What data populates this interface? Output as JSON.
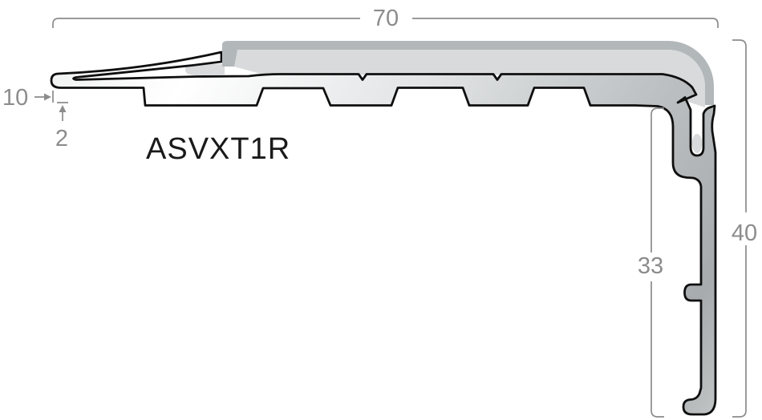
{
  "product": {
    "code": "ASVXT1R"
  },
  "dimensions": {
    "width_top": "70",
    "height_right": "40",
    "height_inner": "33",
    "tip_inset": "10",
    "tip_thickness": "2"
  },
  "colors": {
    "background": "#ffffff",
    "outline": "#0f0f0f",
    "dimension_gray": "#8c8c8c",
    "label_black": "#1a1a1a",
    "insert_light_gray": "#d8dadb",
    "insert_dark_band": "#b2b7ba",
    "metal_light": "#fbfbfc",
    "metal_dark": "#a7abad"
  }
}
